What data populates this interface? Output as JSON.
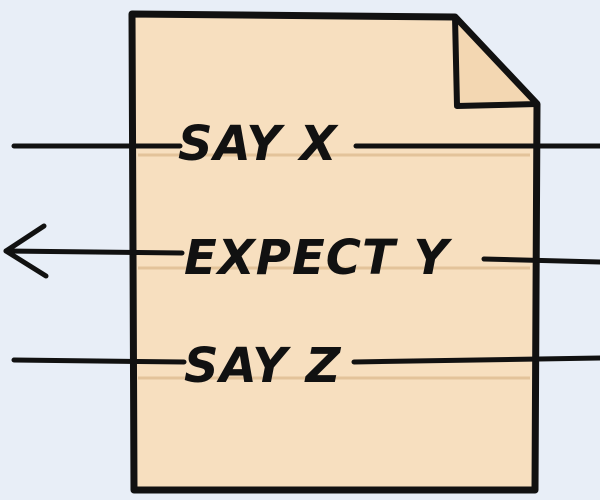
{
  "document": {
    "fill_color": "#f7dfbf",
    "stroke_color": "#111111",
    "background_color": "#e8eef7"
  },
  "lines": [
    {
      "label": "SAY X",
      "direction": "in"
    },
    {
      "label": "EXPECT Y",
      "direction": "out"
    },
    {
      "label": "SAY Z",
      "direction": "in"
    }
  ]
}
